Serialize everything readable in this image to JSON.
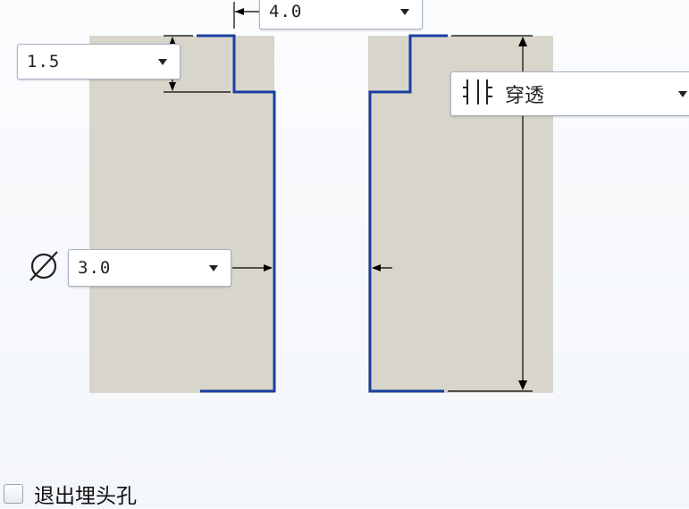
{
  "dimensions": {
    "counterbore_depth": "1.5",
    "counterbore_diameter": "4.0",
    "hole_diameter": "3.0",
    "depth_option": "穿透",
    "depth_option_icon": "through-all-icon"
  },
  "diameter_symbol_icon": "diameter-symbol-icon",
  "exit_counterbore": {
    "label": "退出埋头孔",
    "checked": false
  },
  "colors": {
    "part_fill": "#d8d6cb",
    "profile_line": "#1a3fa0",
    "dimension_line": "#000000"
  }
}
